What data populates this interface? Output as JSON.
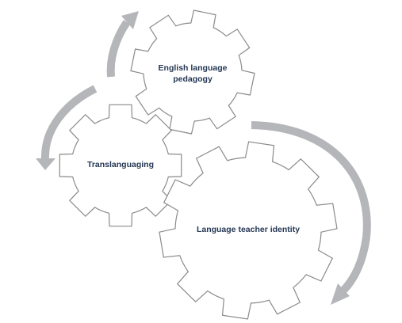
{
  "gears": [
    {
      "id": "pedagogy",
      "lines": [
        "English language",
        "pedagogy"
      ]
    },
    {
      "id": "translanguaging",
      "lines": [
        "Translanguaging"
      ]
    },
    {
      "id": "identity",
      "lines": [
        "Language teacher identity"
      ]
    }
  ],
  "colors": {
    "gear_fill": "#ffffff",
    "gear_stroke": "#8a8a8a",
    "arrow": "#b4b6b9",
    "label": "#243754"
  }
}
